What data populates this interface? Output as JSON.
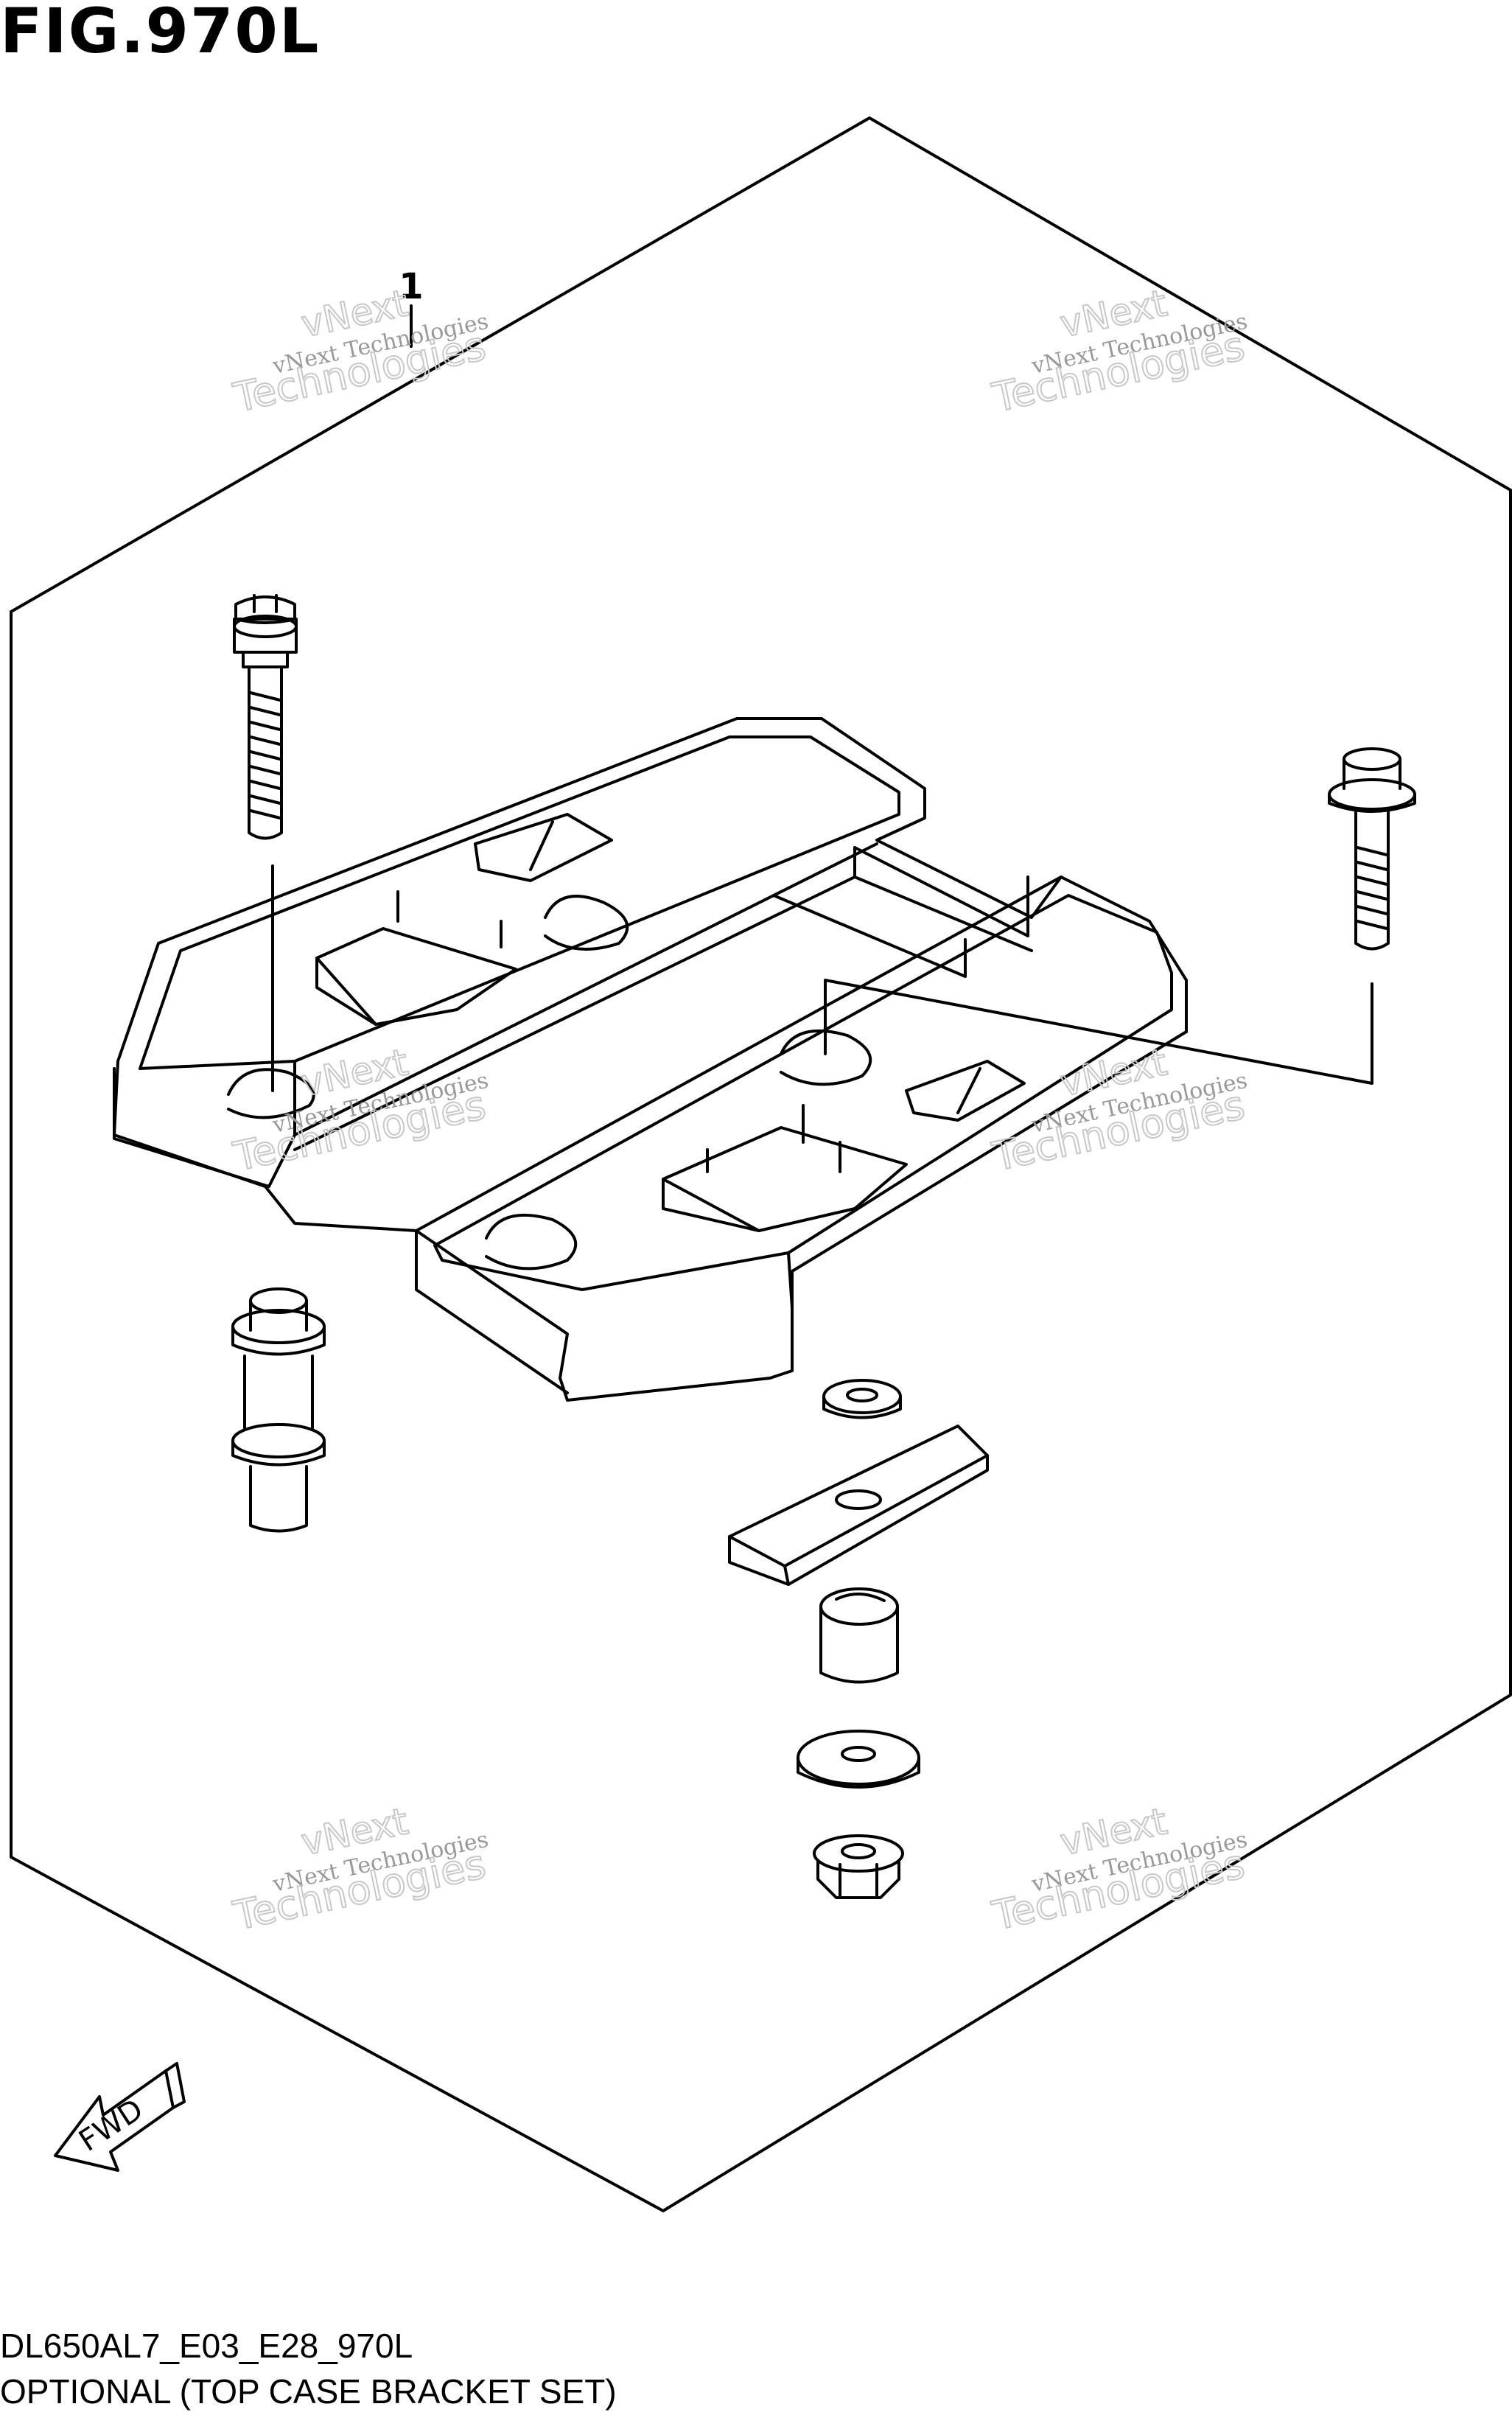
{
  "figure": {
    "title": "FIG.970L",
    "code": "DL650AL7_E03_E28_970L",
    "caption": "OPTIONAL (TOP CASE BRACKET SET)"
  },
  "callouts": [
    {
      "number": "1"
    }
  ],
  "fwd_label": "FWD",
  "watermark": {
    "line1": "vNext Technologies",
    "line2a": "vNext",
    "line2b": "Technologies"
  },
  "colors": {
    "line": "#000000",
    "watermark": "#bdbdbd",
    "background": "#ffffff"
  }
}
